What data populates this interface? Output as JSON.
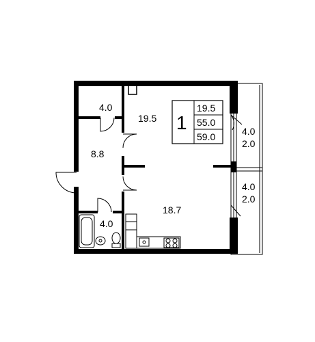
{
  "plan": {
    "rooms": [
      {
        "id": "storage",
        "area": "4.0"
      },
      {
        "id": "kitchen_living",
        "area": "19.5"
      },
      {
        "id": "hall",
        "area": "8.8"
      },
      {
        "id": "bedroom",
        "area": "18.7"
      },
      {
        "id": "bathroom",
        "area": "4.0"
      }
    ],
    "balconies": [
      {
        "id": "balcony_top",
        "area_a": "4.0",
        "area_b": "2.0"
      },
      {
        "id": "balcony_bottom",
        "area_a": "4.0",
        "area_b": "2.0"
      }
    ],
    "summary": {
      "room_count": "1",
      "living_area": "19.5",
      "main_area": "55.0",
      "total_area": "59.0"
    }
  }
}
